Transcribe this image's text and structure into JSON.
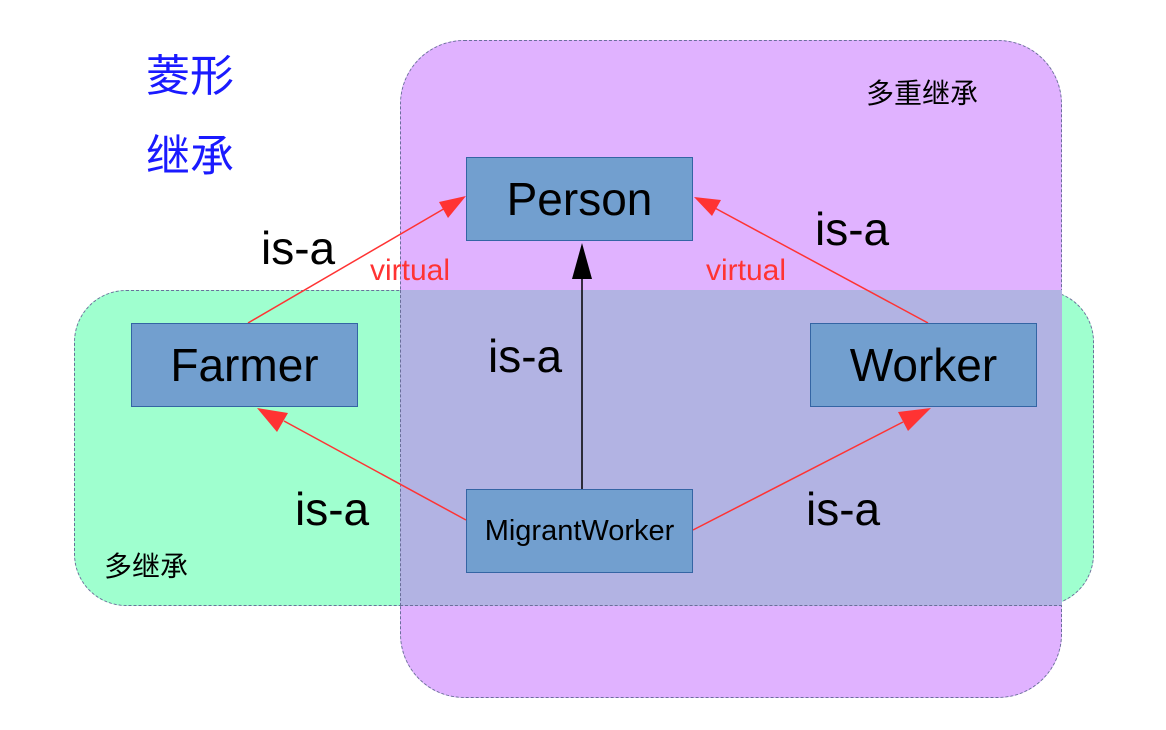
{
  "title": {
    "line1": "菱形",
    "line2": "继承"
  },
  "regions": {
    "multiple_inheritance_label": "多重继承",
    "multi_inheritance_label": "多继承"
  },
  "nodes": {
    "person": "Person",
    "farmer": "Farmer",
    "worker": "Worker",
    "migrant_worker": "MigrantWorker"
  },
  "edge_labels": {
    "farmer_person_isa": "is-a",
    "farmer_person_virtual": "virtual",
    "worker_person_isa": "is-a",
    "worker_person_virtual": "virtual",
    "migrant_person_isa": "is-a",
    "migrant_farmer_isa": "is-a",
    "migrant_worker_isa": "is-a"
  },
  "colors": {
    "node_fill": "#729fcf",
    "virtual_arrow": "#ff3333",
    "direct_arrow": "#000000",
    "title": "#1a1aff",
    "region_multiple": "#e0b2ff",
    "region_multi": "#9fffcf"
  }
}
